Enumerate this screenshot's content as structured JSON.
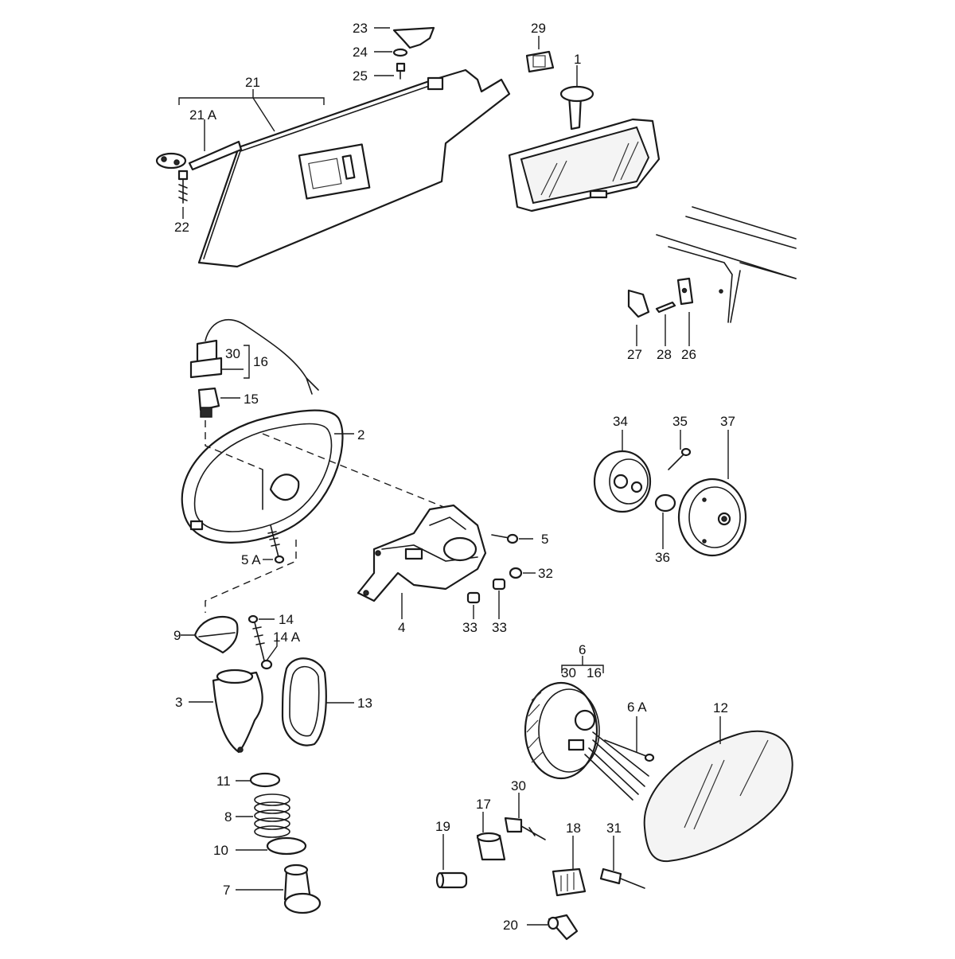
{
  "diagram": {
    "labels": {
      "p1": "1",
      "p2": "2",
      "p3": "3",
      "p4": "4",
      "p5": "5",
      "p5a": "5 A",
      "p6": "6",
      "p6a": "6 A",
      "p6_30": "30",
      "p6_16": "16",
      "p7": "7",
      "p8": "8",
      "p9": "9",
      "p10": "10",
      "p11": "11",
      "p12": "12",
      "p13": "13",
      "p14": "14",
      "p14a": "14 A",
      "p15": "15",
      "p16": "16",
      "p16_30": "30",
      "p17": "17",
      "p18": "18",
      "p19": "19",
      "p20": "20",
      "p21": "21",
      "p21a": "21 A",
      "p22": "22",
      "p23": "23",
      "p24": "24",
      "p25": "25",
      "p26": "26",
      "p27": "27",
      "p28": "28",
      "p29": "29",
      "p30": "30",
      "p31": "31",
      "p32": "32",
      "p33a": "33",
      "p33b": "33",
      "p34": "34",
      "p35": "35",
      "p36": "36",
      "p37": "37"
    }
  }
}
